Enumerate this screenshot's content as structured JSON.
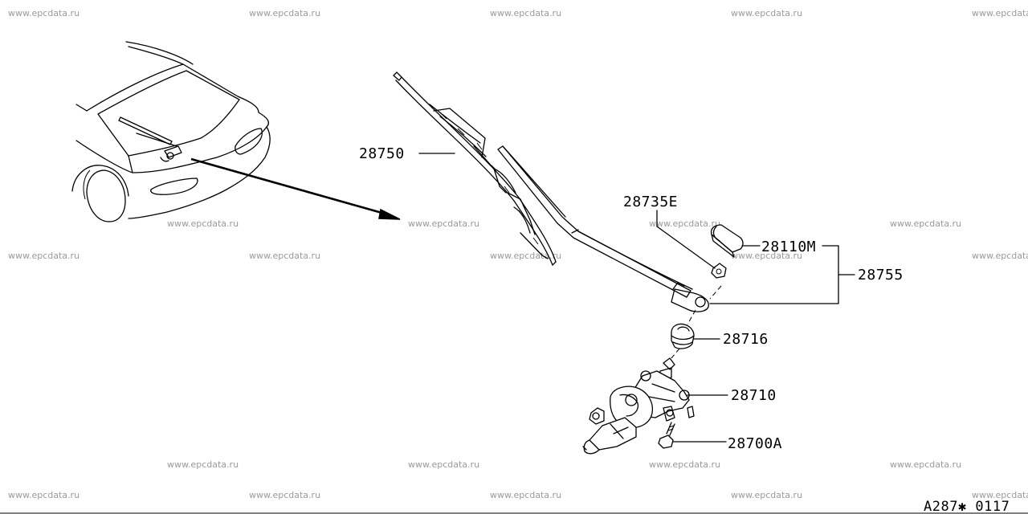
{
  "watermark": {
    "text": "www.epcdata.ru",
    "rows": [
      [
        [
          10,
          20
        ],
        [
          310,
          20
        ],
        [
          610,
          20
        ],
        [
          910,
          20
        ],
        [
          1210,
          20
        ]
      ],
      [
        [
          208,
          282
        ],
        [
          508,
          282
        ],
        [
          808,
          282
        ],
        [
          1108,
          282
        ]
      ],
      [
        [
          10,
          322
        ],
        [
          310,
          322
        ],
        [
          610,
          322
        ],
        [
          910,
          322
        ],
        [
          1210,
          322
        ]
      ],
      [
        [
          208,
          582
        ],
        [
          508,
          582
        ],
        [
          808,
          582
        ],
        [
          1108,
          582
        ]
      ],
      [
        [
          10,
          620
        ],
        [
          310,
          620
        ],
        [
          610,
          620
        ],
        [
          910,
          620
        ],
        [
          1210,
          620
        ]
      ]
    ]
  },
  "parts": [
    {
      "id": "blade",
      "label": "28750"
    },
    {
      "id": "cap-clip",
      "label": "28735E"
    },
    {
      "id": "cap",
      "label": "28110M"
    },
    {
      "id": "arm-assy",
      "label": "28755"
    },
    {
      "id": "pivot-seal",
      "label": "28716"
    },
    {
      "id": "motor",
      "label": "28710"
    },
    {
      "id": "bolt",
      "label": "28700A"
    }
  ],
  "diagram_code": "A287✱ 0117"
}
